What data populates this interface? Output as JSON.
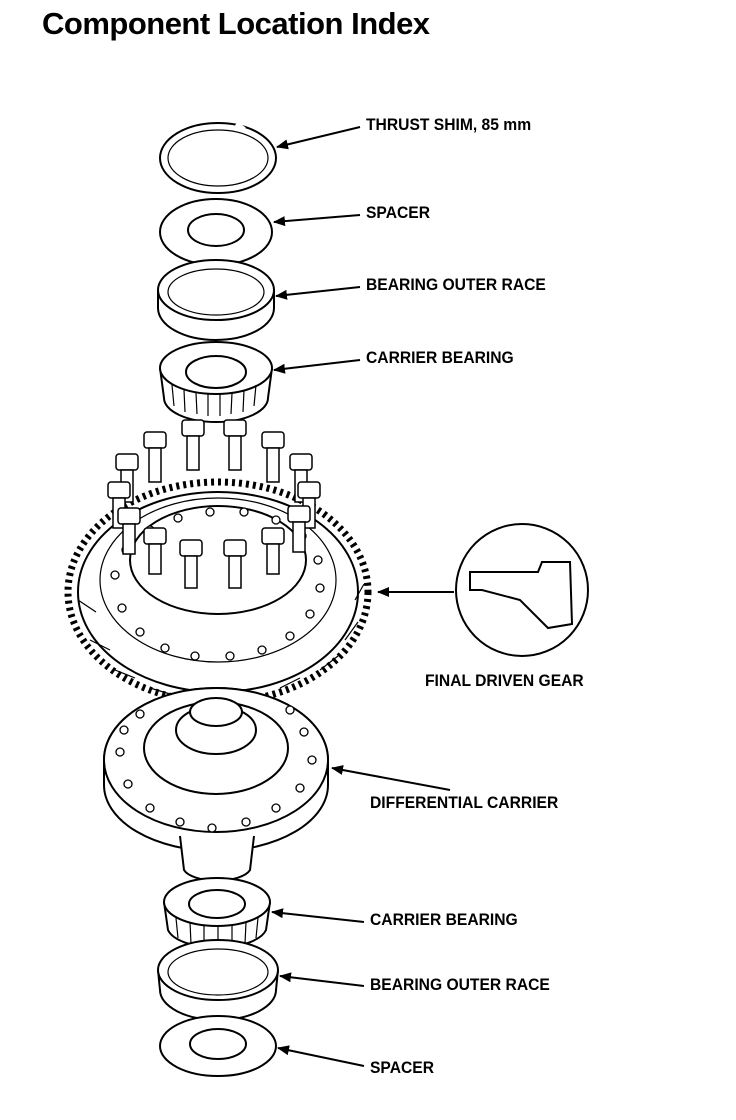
{
  "title": "Component Location Index",
  "callouts": {
    "thrust_shim": "THRUST SHIM, 85 mm",
    "spacer_top": "SPACER",
    "outer_race_top": "BEARING OUTER RACE",
    "carrier_bearing_top": "CARRIER BEARING",
    "final_driven_gear": "FINAL DRIVEN GEAR",
    "differential_carrier": "DIFFERENTIAL CARRIER",
    "carrier_bearing_bottom": "CARRIER BEARING",
    "outer_race_bottom": "BEARING OUTER RACE",
    "spacer_bottom": "SPACER"
  }
}
